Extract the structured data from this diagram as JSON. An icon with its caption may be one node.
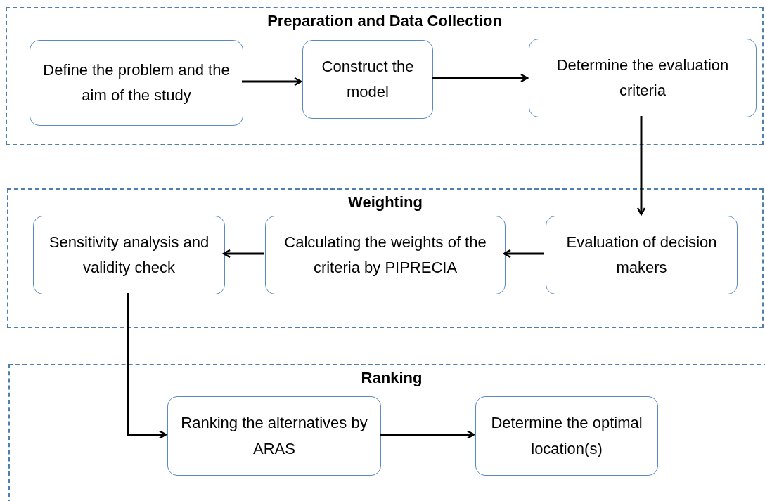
{
  "diagram": {
    "nodes": [
      {
        "text": [
          "Preparation and Data Collection"
        ]
      },
      {
        "text": [
          "Define the problem and the aim of the study"
        ],
        "in": 0
      },
      {
        "text": [
          "Construct the model"
        ],
        "in": 0
      },
      {
        "text": [
          "Determine the evaluation criteria"
        ],
        "in": 0
      },
      {
        "text": [
          "Weighting"
        ]
      },
      {
        "text": [
          "Sensitivity analysis and validity check"
        ],
        "in": 4
      },
      {
        "text": [
          "Calculating the weights of the criteria by PIPRECIA"
        ],
        "in": 4
      },
      {
        "text": [
          "Evaluation of decision makers"
        ],
        "in": 4
      },
      {
        "text": [
          "Ranking"
        ]
      },
      {
        "text": [
          "Ranking the alternatives by ARAS"
        ],
        "in": 8
      },
      {
        "text": [
          "Determine the optimal location(s)"
        ],
        "in": 8
      }
    ],
    "edges": [
      {
        "from": 1,
        "to": 2,
        "arrow": "to"
      },
      {
        "from": 2,
        "to": 3,
        "arrow": "to"
      },
      {
        "from": 3,
        "to": 7,
        "arrow": "to"
      },
      {
        "from": 7,
        "to": 6,
        "arrow": "to"
      },
      {
        "from": 6,
        "to": 5,
        "arrow": "to"
      },
      {
        "from": 5,
        "to": 9,
        "arrow": "to"
      },
      {
        "from": 9,
        "to": 10,
        "arrow": "to"
      }
    ]
  }
}
